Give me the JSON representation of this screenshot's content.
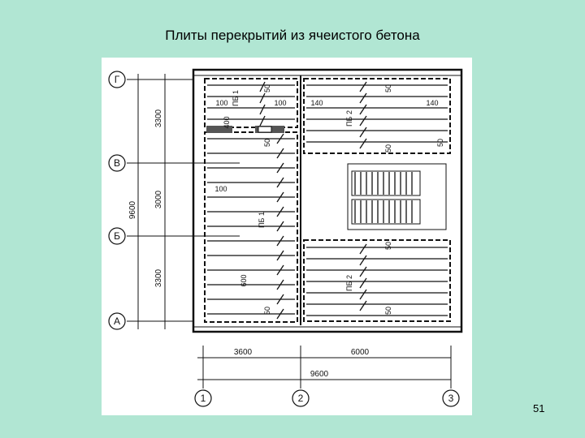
{
  "slide": {
    "title": "Плиты перекрытий из ячеистого бетона",
    "number": "51",
    "background": "#b1e6d3"
  },
  "drawing": {
    "axes_rows": [
      "Г",
      "В",
      "Б",
      "А"
    ],
    "axes_cols": [
      "1",
      "2",
      "3"
    ],
    "row_spacing": [
      "3300",
      "3000",
      "3300"
    ],
    "row_total": "9600",
    "col_spacing": [
      "3600",
      "6000"
    ],
    "col_total": "9600",
    "slab_marks": [
      "ПБ 1",
      "ПБ 1",
      "ПБ 2",
      "ПБ 2"
    ],
    "notes": [
      "100",
      "100",
      "140",
      "140",
      "400",
      "100",
      "600"
    ],
    "edge_gaps": [
      "50",
      "50",
      "50",
      "50",
      "50",
      "50",
      "50",
      "50"
    ]
  }
}
